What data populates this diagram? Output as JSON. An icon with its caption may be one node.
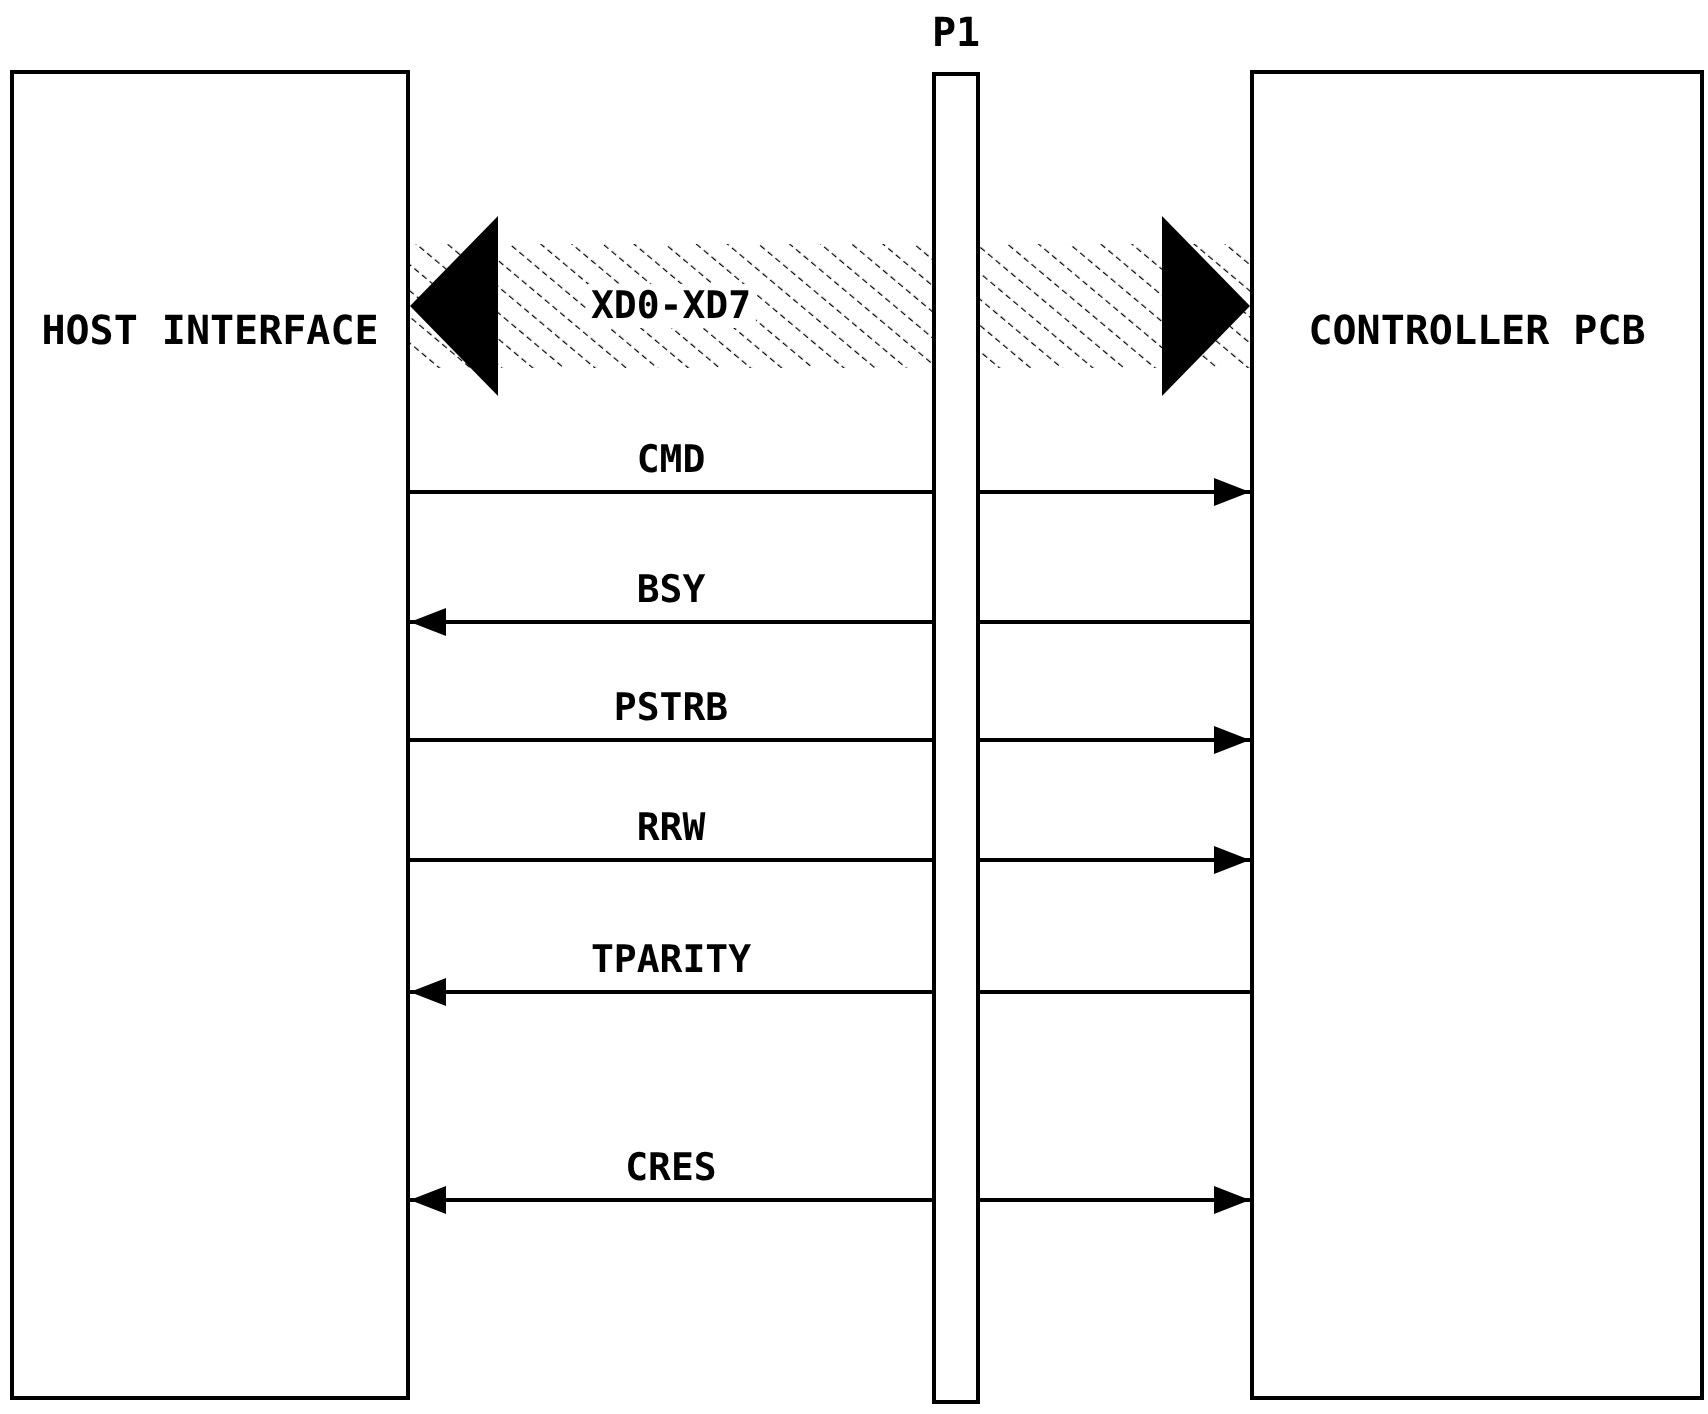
{
  "diagram": {
    "nodes": [
      {
        "text": [
          "HOST INTERFACE"
        ]
      },
      {
        "text": [
          "P1"
        ]
      },
      {
        "text": [
          "CONTROLLER PCB"
        ]
      }
    ],
    "edges": [
      {
        "from": 1,
        "to": 0,
        "arrow": "to",
        "label": "XD0-XD7",
        "style": "thick"
      },
      {
        "from": 1,
        "to": 2,
        "arrow": "to",
        "style": "thick"
      },
      {
        "from": 0,
        "to": 1,
        "arrow": "none",
        "label": "CMD"
      },
      {
        "from": 1,
        "to": 2,
        "arrow": "to"
      },
      {
        "from": 1,
        "to": 0,
        "arrow": "to",
        "label": "BSY"
      },
      {
        "from": 2,
        "to": 1,
        "arrow": "none"
      },
      {
        "from": 0,
        "to": 1,
        "arrow": "none",
        "label": "PSTRB"
      },
      {
        "from": 1,
        "to": 2,
        "arrow": "to"
      },
      {
        "from": 0,
        "to": 1,
        "arrow": "none",
        "label": "RRW"
      },
      {
        "from": 1,
        "to": 2,
        "arrow": "to"
      },
      {
        "from": 1,
        "to": 0,
        "arrow": "to",
        "label": "TPARITY"
      },
      {
        "from": 2,
        "to": 1,
        "arrow": "none"
      },
      {
        "from": 1,
        "to": 0,
        "arrow": "to",
        "label": "CRES"
      },
      {
        "from": 1,
        "to": 2,
        "arrow": "to"
      }
    ]
  }
}
